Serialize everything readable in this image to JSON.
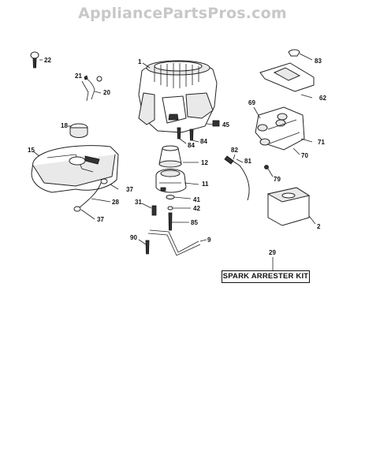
{
  "watermark": "AppliancePartsPros.com",
  "kit_label": "SPARK ARRESTER KIT",
  "callouts": {
    "c22": "22",
    "c1": "1",
    "c83": "83",
    "c21": "21",
    "c20": "20",
    "c62": "62",
    "c69": "69",
    "c45": "45",
    "c18": "18",
    "c84a": "84",
    "c84b": "84",
    "c71": "71",
    "c15": "15",
    "c12": "12",
    "c82": "82",
    "c81": "81",
    "c70": "70",
    "c79": "79",
    "c11": "11",
    "c37a": "37",
    "c28": "28",
    "c41": "41",
    "c31": "31",
    "c42": "42",
    "c2": "2",
    "c37b": "37",
    "c85": "85",
    "c90": "90",
    "c9": "9",
    "c29": "29"
  }
}
